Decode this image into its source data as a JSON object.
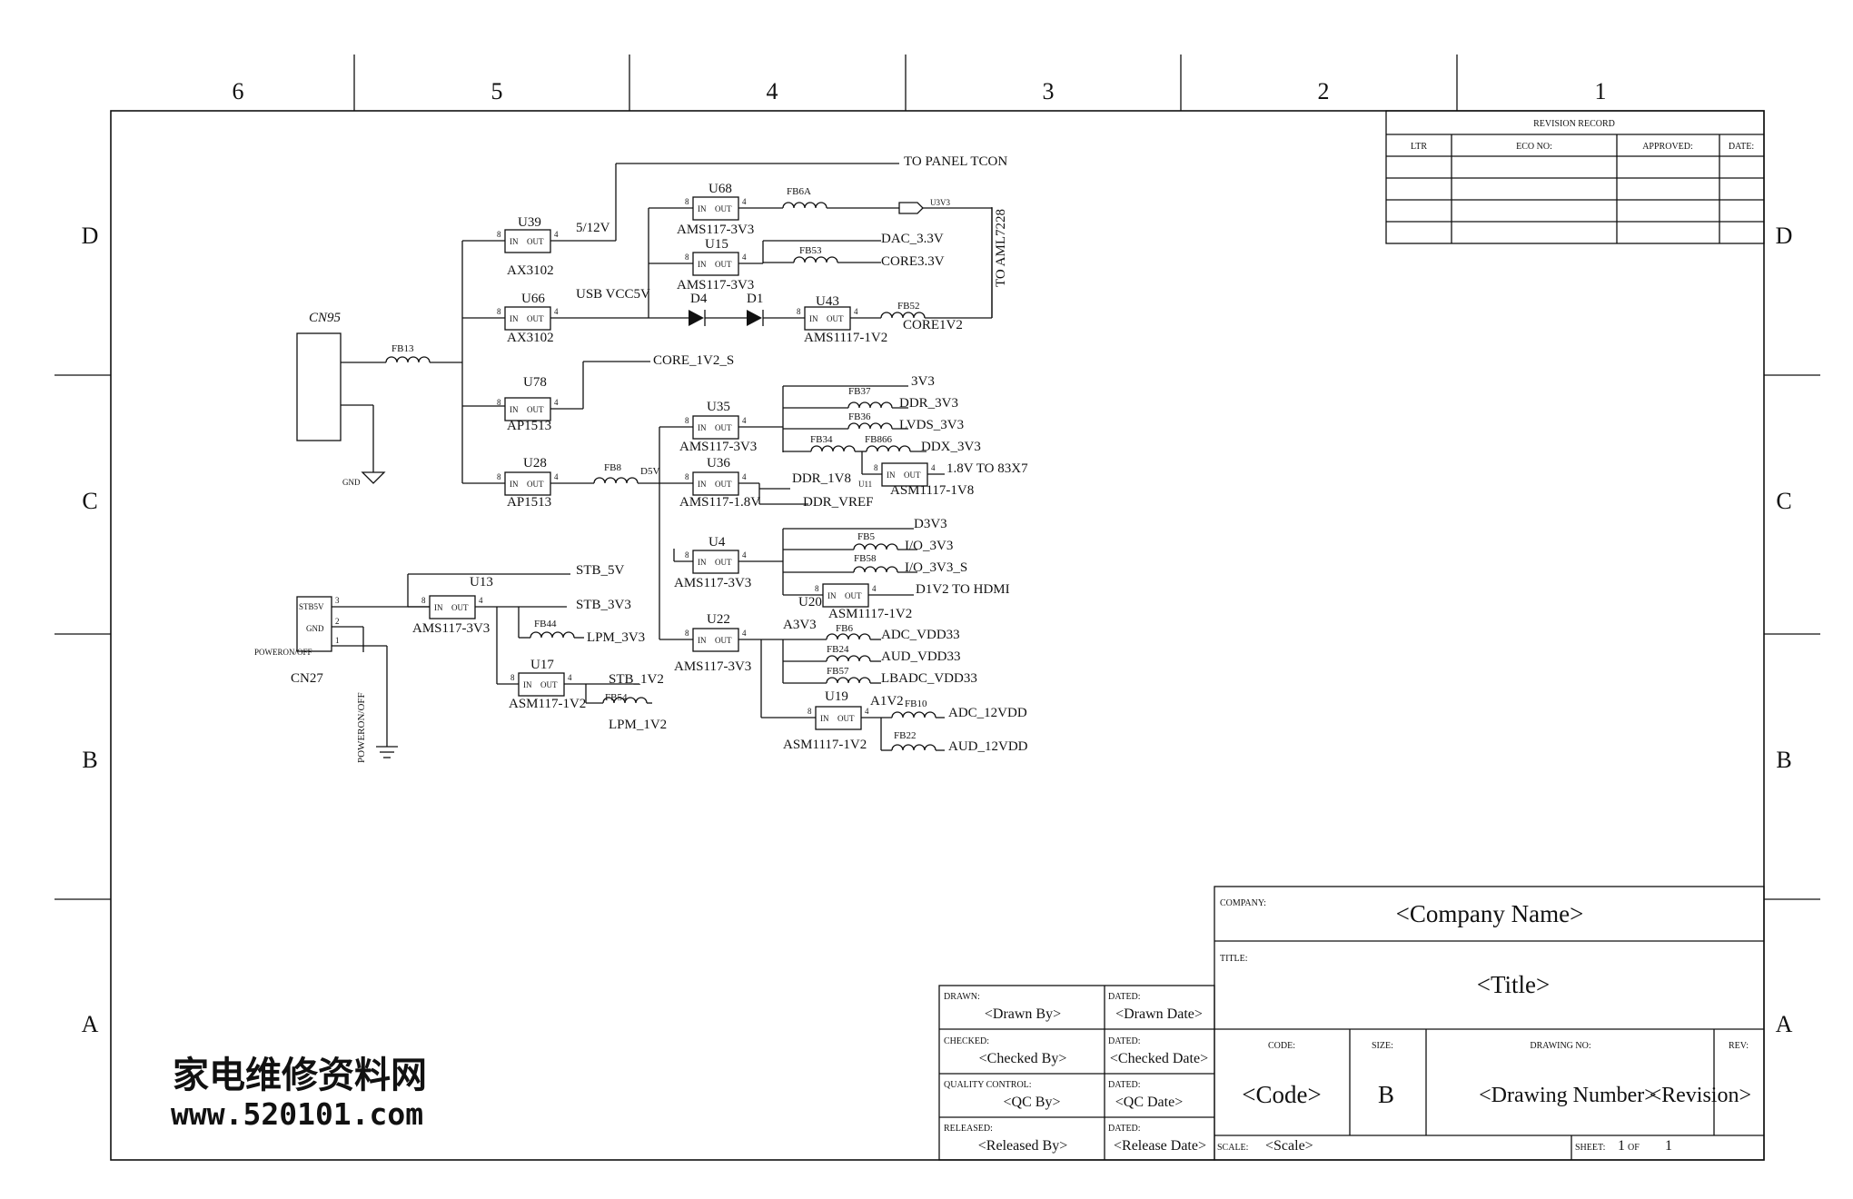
{
  "zones": {
    "cols": [
      "6",
      "5",
      "4",
      "3",
      "2",
      "1"
    ],
    "rows": [
      "D",
      "C",
      "B",
      "A"
    ]
  },
  "revision": {
    "title": "REVISION RECORD",
    "ltr": "LTR",
    "eco": "ECO NO:",
    "approved": "APPROVED:",
    "date": "DATE:"
  },
  "title_block": {
    "company_label": "COMPANY:",
    "company": "<Company Name>",
    "title_label": "TITLE:",
    "title": "<Title>",
    "drawn_label": "DRAWN:",
    "drawn": "<Drawn By>",
    "dated_label": "DATED:",
    "drawn_date": "<Drawn Date>",
    "checked_label": "CHECKED:",
    "checked": "<Checked By>",
    "checked_date": "<Checked Date>",
    "qc_label": "QUALITY CONTROL:",
    "qc": "<QC By>",
    "qc_date": "<QC Date>",
    "released_label": "RELEASED:",
    "released": "<Released By>",
    "release_date": "<Release Date>",
    "code_label": "CODE:",
    "code": "<Code>",
    "size_label": "SIZE:",
    "size": "B",
    "drawing_label": "DRAWING NO:",
    "drawing": "<Drawing Number>",
    "rev_label": "REV:",
    "rev": "<Revision>",
    "scale_label": "SCALE:",
    "scale": "<Scale>",
    "sheet_label": "SHEET:",
    "sheet": "1",
    "of": "OF",
    "sheets": "1"
  },
  "watermark": {
    "cn": "家电维修资料网",
    "url": "www.520101.com"
  },
  "schematic": {
    "to_panel": "TO PANEL TCON",
    "cn95": "CN95",
    "fb13": "FB13",
    "gnd": "GND",
    "u39": "U39",
    "u39p": "AX3102",
    "v512": "5/12V",
    "u66": "U66",
    "u66p": "AX3102",
    "usb": "USB VCC5V",
    "u78": "U78",
    "u78p": "AP1513",
    "core_s": "CORE_1V2_S",
    "u28": "U28",
    "u28p": "AP1513",
    "fb8": "FB8",
    "d5v": "D5V",
    "u68": "U68",
    "u68p": "AMS117-3V3",
    "fb6a": "FB6A",
    "u3v3": "U3V3",
    "u15": "U15",
    "u15p": "AMS117-3V3",
    "fb53": "FB53",
    "dac": "DAC_3.3V",
    "core33": "CORE3.3V",
    "d4": "D4",
    "d1": "D1",
    "u43": "U43",
    "u43p": "AMS1117-1V2",
    "fb52": "FB52",
    "core12": "CORE1V2",
    "to_aml": "TO AML7228",
    "u35": "U35",
    "u35p": "AMS117-3V3",
    "n3v3": "3V3",
    "fb37": "FB37",
    "ddr33": "DDR_3V3",
    "fb36": "FB36",
    "lvds": "LVDS_3V3",
    "fb34": "FB34",
    "fb866": "FB866",
    "ddx": "DDX_3V3",
    "u11": "U11",
    "u11p": "ASM1117-1V8",
    "to83": "1.8V TO 83X7",
    "u36": "U36",
    "u36p": "AMS117-1.8V",
    "ddr18": "DDR_1V8",
    "ddrvref": "DDR_VREF",
    "u4": "U4",
    "u4p": "AMS117-3V3",
    "d3v3": "D3V3",
    "fb5": "FB5",
    "io33": "I/O_3V3",
    "fb58": "FB58",
    "io33s": "I/O_3V3_S",
    "u20": "U20",
    "u20p": "ASM1117-1V2",
    "hdmi": "D1V2 TO HDMI",
    "u22": "U22",
    "u22p": "AMS117-3V3",
    "a3v3": "A3V3",
    "fb6": "FB6",
    "adcvdd": "ADC_VDD33",
    "fb24": "FB24",
    "audvdd": "AUD_VDD33",
    "fb57": "FB57",
    "lbadc": "LBADC_VDD33",
    "u19": "U19",
    "u19p": "ASM1117-1V2",
    "a1v2": "A1V2",
    "fb10": "FB10",
    "adc12": "ADC_12VDD",
    "fb22": "FB22",
    "aud12": "AUD_12VDD",
    "cn27": "CN27",
    "stb5v_pin": "STB5V",
    "gnd_pin": "GND",
    "pwr_pin": "POWERON/OFF",
    "pwr_net": "POWERON/OFF",
    "u13": "U13",
    "u13p": "AMS117-3V3",
    "stb5v": "STB_5V",
    "stb3v3": "STB_3V3",
    "fb44": "FB44",
    "lpm33": "LPM_3V3",
    "u17": "U17",
    "u17p": "ASM117-1V2",
    "stb12": "STB_1V2",
    "fb54": "FB54",
    "lpm12": "LPM_1V2",
    "in": "IN",
    "out": "OUT",
    "p8": "8",
    "p4": "4",
    "p3": "3",
    "p2": "2",
    "p1": "1"
  }
}
